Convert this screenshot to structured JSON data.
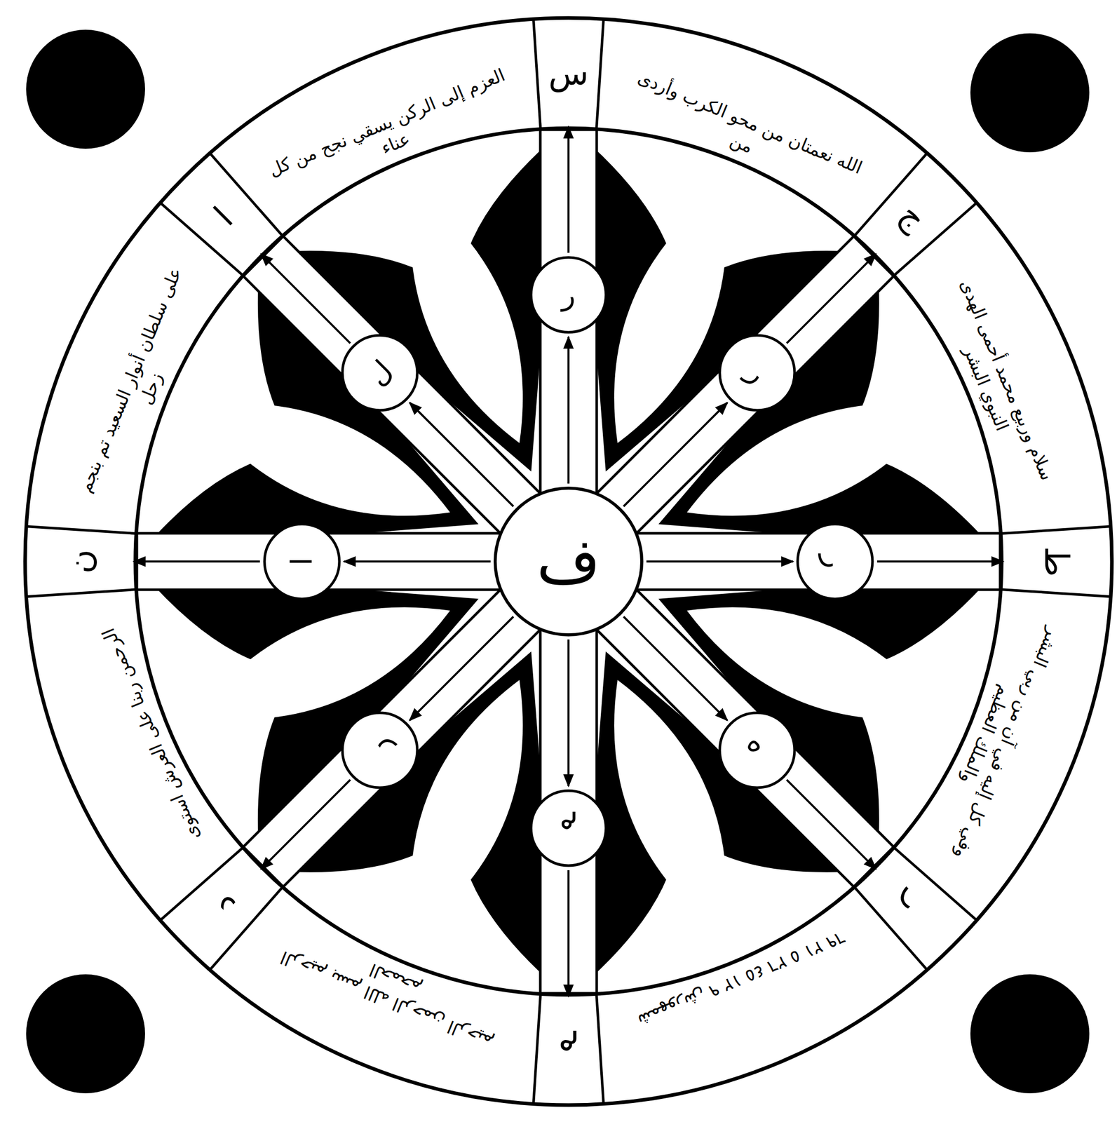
{
  "diagram": {
    "nodes": [
      {
        "text": [
          "س"
        ]
      },
      {
        "text": [
          "الله نعمتان من محو الكرب وأردى من"
        ]
      },
      {
        "text": [
          "ج"
        ]
      },
      {
        "text": [
          "سلام وربيع محمد أحمى الهدى النبوي البشر"
        ]
      },
      {
        "text": [
          "ط"
        ]
      },
      {
        "text": [
          "وفي كل إليه في آن من ربي البشر والملك العظيم"
        ]
      },
      {
        "text": [
          "ر"
        ]
      },
      {
        "text": [
          "شمهورش ٩ ١٢ ٤٥ ٢٦ ٥ ٢١ ٦٩"
        ]
      },
      {
        "text": [
          "م"
        ]
      },
      {
        "text": [
          "الرحيم بسم الله الرحمن الرحيم الحمحم"
        ]
      },
      {
        "text": [
          "د"
        ]
      },
      {
        "text": [
          "الرحمن ربنا على العرش استوى"
        ]
      },
      {
        "text": [
          "ن"
        ]
      },
      {
        "text": [
          "على سلطان أنوار السعيد تم بنجم زحل"
        ]
      },
      {
        "text": [
          "ا"
        ]
      },
      {
        "text": [
          "العزم إلى الركن يسقي نجح من كل عناء"
        ]
      },
      {
        "text": [
          "ف"
        ]
      },
      {
        "text": [
          "ر"
        ]
      },
      {
        "text": [
          "ر"
        ]
      },
      {
        "text": [
          "ر"
        ]
      },
      {
        "text": [
          "ه"
        ]
      },
      {
        "text": [
          "م"
        ]
      },
      {
        "text": [
          "ر"
        ]
      },
      {
        "text": [
          "ا"
        ]
      },
      {
        "text": [
          "ل"
        ]
      }
    ],
    "edges": [
      {
        "from": 16,
        "to": 17,
        "arrow": "to"
      },
      {
        "from": 17,
        "to": 0,
        "arrow": "to"
      },
      {
        "from": 16,
        "to": 18,
        "arrow": "to"
      },
      {
        "from": 18,
        "to": 2,
        "arrow": "to"
      },
      {
        "from": 16,
        "to": 19,
        "arrow": "to"
      },
      {
        "from": 19,
        "to": 4,
        "arrow": "to"
      },
      {
        "from": 16,
        "to": 20,
        "arrow": "to"
      },
      {
        "from": 20,
        "to": 6,
        "arrow": "to"
      },
      {
        "from": 16,
        "to": 21,
        "arrow": "to"
      },
      {
        "from": 21,
        "to": 8,
        "arrow": "to"
      },
      {
        "from": 16,
        "to": 22,
        "arrow": "to"
      },
      {
        "from": 22,
        "to": 10,
        "arrow": "to"
      },
      {
        "from": 16,
        "to": 23,
        "arrow": "to"
      },
      {
        "from": 23,
        "to": 12,
        "arrow": "to"
      },
      {
        "from": 16,
        "to": 24,
        "arrow": "to"
      },
      {
        "from": 24,
        "to": 14,
        "arrow": "to"
      }
    ]
  }
}
